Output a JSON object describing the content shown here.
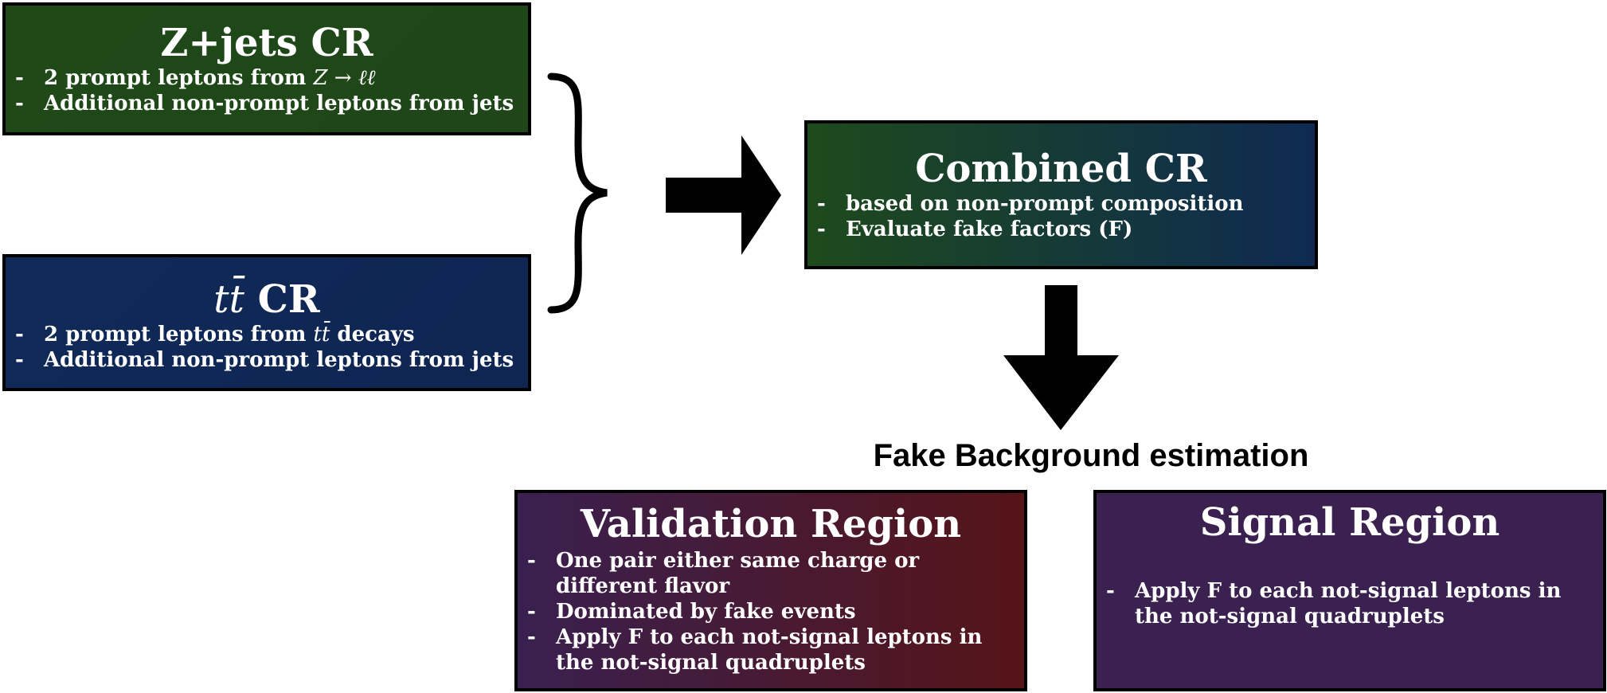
{
  "boxes": {
    "zjets": {
      "title": "Z+jets CR",
      "items": [
        "2 prompt leptons from ",
        "Additional non-prompt leptons from jets"
      ],
      "math": "Z → ℓℓ",
      "color": "#1f4a17"
    },
    "ttbar": {
      "title_math": "tt̄",
      "title_suffix": " CR",
      "items": [
        "2 prompt leptons from ",
        " decays",
        "Additional non-prompt leptons from jets"
      ],
      "math": "tt̄",
      "color": "#102a58"
    },
    "combined": {
      "title": "Combined CR",
      "items": [
        "based on non-prompt composition",
        "Evaluate fake factors (F)"
      ],
      "color_start": "#1e4a1c",
      "color_end": "#0e2a52"
    },
    "validation": {
      "title": "Validation Region",
      "items": [
        "One pair either same charge or different flavor",
        "Dominated by fake events",
        "Apply F to each not-signal leptons in the not-signal quadruplets"
      ],
      "color_start": "#3a2050",
      "color_end": "#561418"
    },
    "signal": {
      "title": "Signal Region",
      "items": [
        "Apply F to each not-signal leptons in the not-signal quadruplets"
      ],
      "color": "#3a2150"
    }
  },
  "labels": {
    "fake_background": "Fake Background estimation",
    "dash": "-"
  }
}
